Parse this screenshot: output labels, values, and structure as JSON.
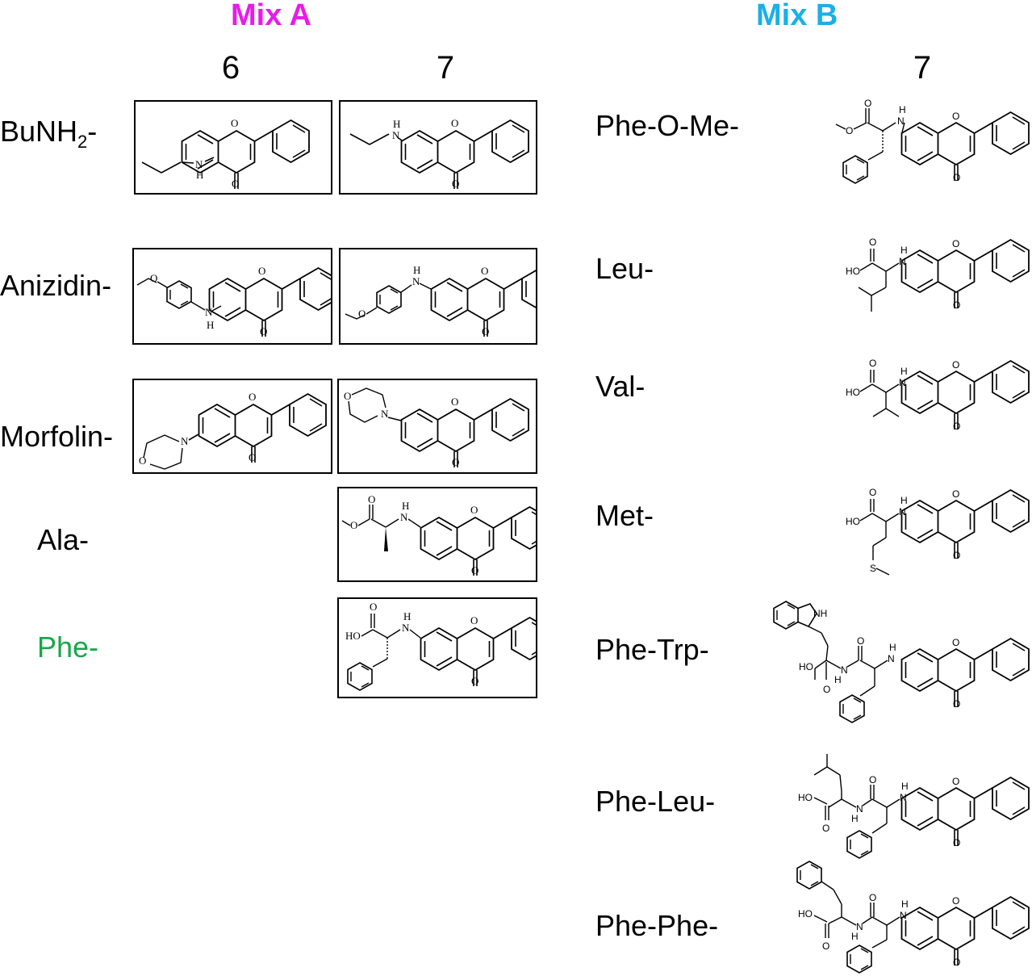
{
  "colors": {
    "mix_a": "#e81ce8",
    "mix_b": "#1ab0e6",
    "highlight_green": "#1aa64b",
    "text": "#000000"
  },
  "mix_a": {
    "title": "Mix A",
    "col6": "6",
    "col7": "7",
    "rows": [
      {
        "label_main": "BuNH",
        "label_sub": "2",
        "label_tail": "-"
      },
      {
        "label": "Anizidin-"
      },
      {
        "label": "Morfolin-"
      },
      {
        "label": "Ala-"
      },
      {
        "label": "Phe-"
      }
    ]
  },
  "mix_b": {
    "title": "Mix B",
    "col7": "7",
    "rows": [
      {
        "label": "Phe-O-Me-"
      },
      {
        "label": "Leu-"
      },
      {
        "label": "Val-"
      },
      {
        "label": "Met-"
      },
      {
        "label": "Phe-Trp-"
      },
      {
        "label": "Phe-Leu-"
      },
      {
        "label": "Phe-Phe-"
      }
    ]
  },
  "atoms": {
    "N": "N",
    "H": "H",
    "NH": "NH",
    "O": "O",
    "HO": "HO",
    "S": "S"
  }
}
